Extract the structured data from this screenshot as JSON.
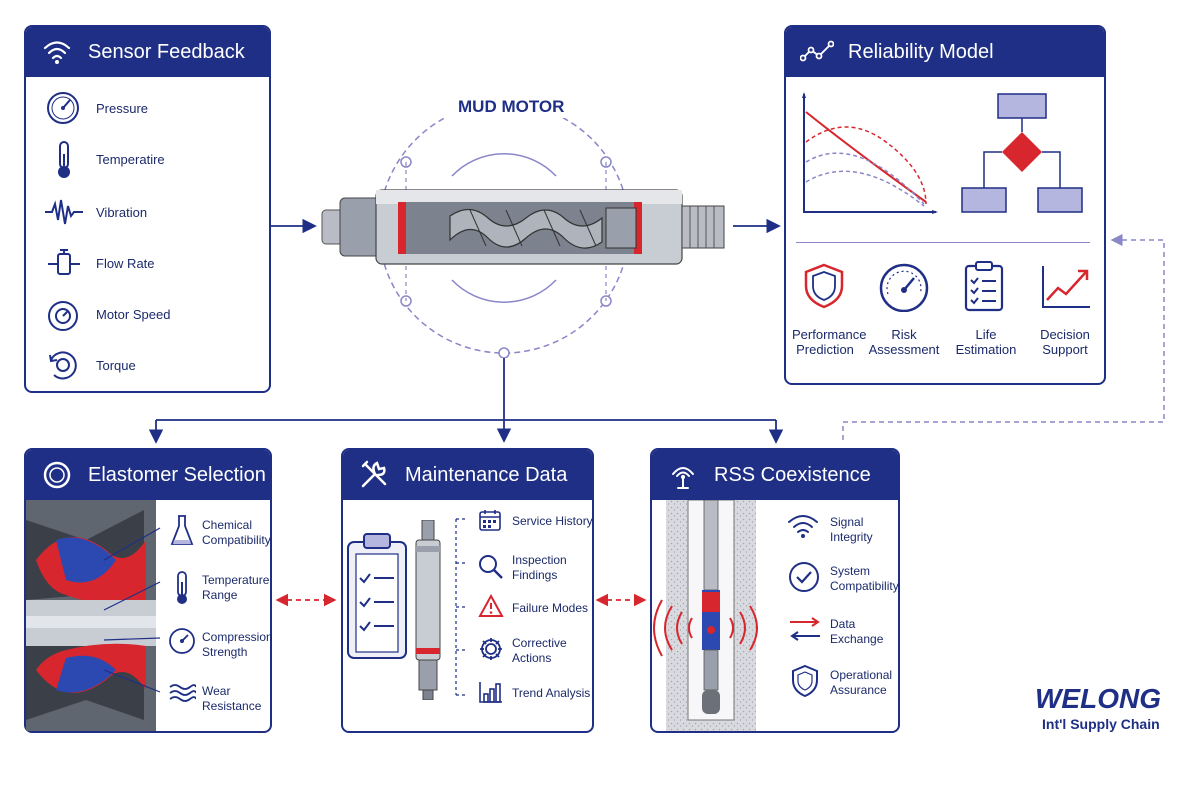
{
  "sensor_feedback": {
    "title": "Sensor Feedback",
    "items": [
      "Pressure",
      "Temperatire",
      "Vibration",
      "Flow Rate",
      "Motor Speed",
      "Torque"
    ]
  },
  "center": {
    "title": "MUD MOTOR"
  },
  "reliability_model": {
    "title": "Reliability Model",
    "items": [
      {
        "line1": "Performance",
        "line2": "Prediction"
      },
      {
        "line1": "Risk",
        "line2": "Assessment"
      },
      {
        "line1": "Life",
        "line2": "Estimation"
      },
      {
        "line1": "Decision",
        "line2": "Support"
      }
    ]
  },
  "elastomer_selection": {
    "title": "Elastomer Selection",
    "items": [
      {
        "line1": "Chemical",
        "line2": "Compatibility"
      },
      {
        "line1": "Temperature",
        "line2": "Range"
      },
      {
        "line1": "Compression",
        "line2": "Strength"
      },
      {
        "line1": "Wear",
        "line2": "Resistance"
      }
    ]
  },
  "maintenance_data": {
    "title": "Maintenance Data",
    "items": [
      {
        "line1": "Service History",
        "line2": ""
      },
      {
        "line1": "Inspection",
        "line2": "Findings"
      },
      {
        "line1": "Failure Modes",
        "line2": ""
      },
      {
        "line1": "Corrective",
        "line2": "Actions"
      },
      {
        "line1": "Trend Analysis",
        "line2": ""
      }
    ]
  },
  "rss_coexistence": {
    "title": "RSS Coexistence",
    "items": [
      {
        "line1": "Signal",
        "line2": "Integrity"
      },
      {
        "line1": "System",
        "line2": "Compatibility"
      },
      {
        "line1": "Data",
        "line2": "Exchange"
      },
      {
        "line1": "Operational",
        "line2": "Assurance"
      }
    ]
  },
  "logo": {
    "main": "WELONG",
    "sub": "Int'l Supply Chain"
  },
  "colors": {
    "navy": "#1f2f86",
    "red": "#d7262e",
    "lavender": "#8a86c8"
  }
}
